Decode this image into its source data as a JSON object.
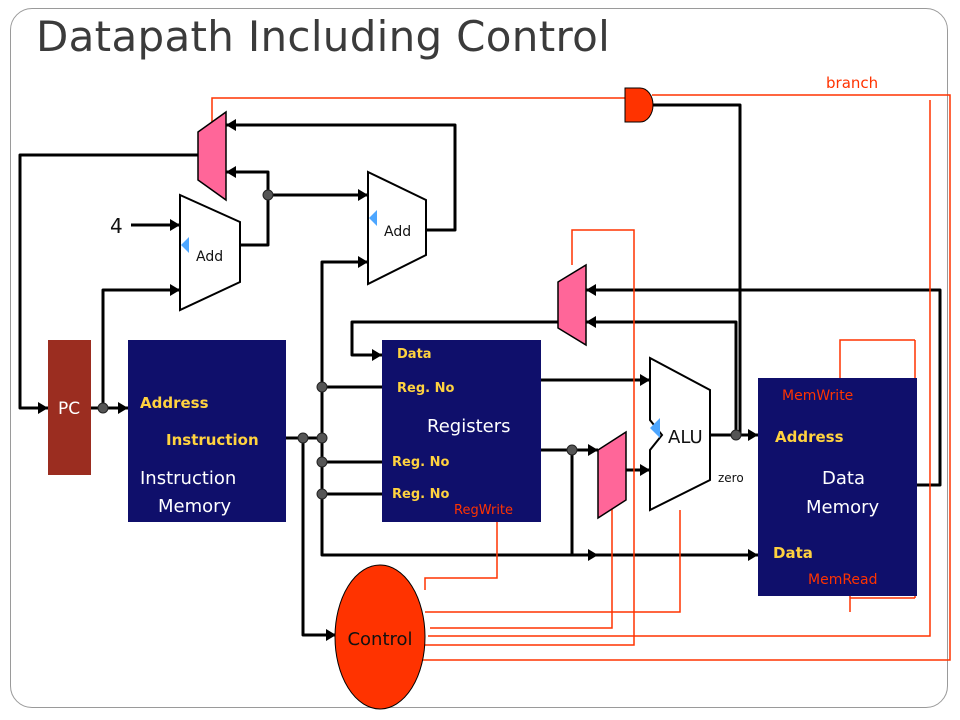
{
  "title": "Datapath Including Control",
  "pc": {
    "label": "PC"
  },
  "adders": {
    "pc_add_label": "Add",
    "branch_add_label": "Add",
    "constant": "4"
  },
  "instruction_memory": {
    "address": "Address",
    "instruction": "Instruction",
    "name_line1": "Instruction",
    "name_line2": "Memory"
  },
  "registers": {
    "data": "Data",
    "reg_no_1": "Reg. No",
    "name": "Registers",
    "reg_no_2": "Reg. No",
    "reg_no_3": "Reg. No",
    "regwrite": "RegWrite"
  },
  "alu": {
    "label": "ALU",
    "zero": "zero"
  },
  "data_memory": {
    "memwrite": "MemWrite",
    "address": "Address",
    "name_line1": "Data",
    "name_line2": "Memory",
    "data": "Data",
    "memread": "MemRead"
  },
  "control": {
    "label": "Control"
  },
  "branch": {
    "label": "branch"
  },
  "colors": {
    "block_navy": "#0f0f6b",
    "pc_brown": "#9b2d20",
    "mux_pink": "#ff6699",
    "control_red": "#ff3300",
    "wire": "#000000",
    "control_wire": "#ff3300",
    "label_yellow": "#ffd23f"
  }
}
